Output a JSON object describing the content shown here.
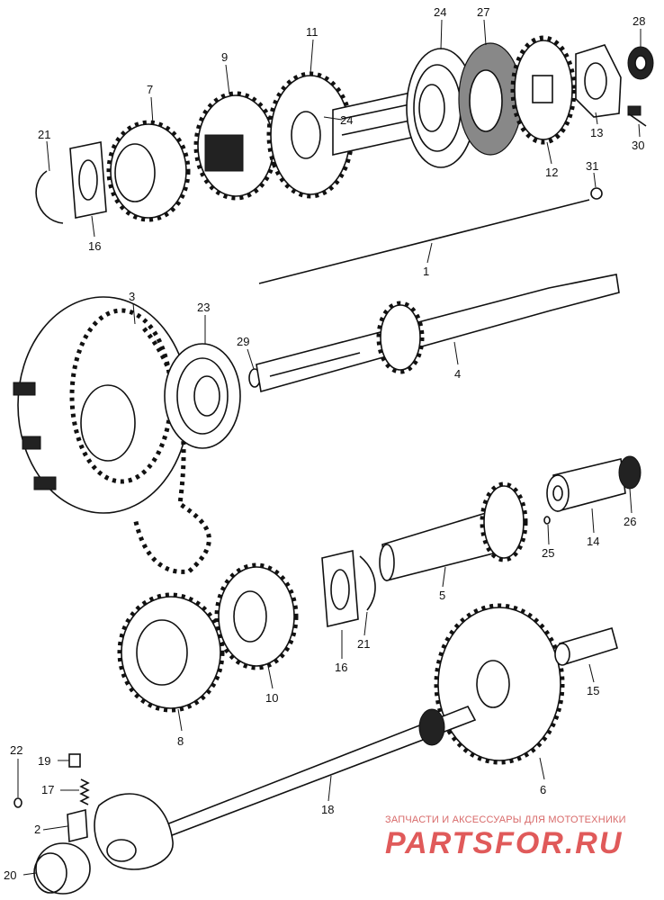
{
  "labels": {
    "p1": "1",
    "p2": "2",
    "p3": "3",
    "p4": "4",
    "p5": "5",
    "p6": "6",
    "p7": "7",
    "p8": "8",
    "p9": "9",
    "p10": "10",
    "p11": "11",
    "p12": "12",
    "p13": "13",
    "p14": "14",
    "p15": "15",
    "p16a": "16",
    "p16b": "16",
    "p17": "17",
    "p18": "18",
    "p19": "19",
    "p20": "20",
    "p21a": "21",
    "p21b": "21",
    "p22": "22",
    "p23": "23",
    "p24a": "24",
    "p24b": "24",
    "p25": "25",
    "p26": "26",
    "p27": "27",
    "p28": "28",
    "p29": "29",
    "p30": "30",
    "p31": "31"
  },
  "watermark": {
    "tagline": "ЗАПЧАСТИ И АКСЕССУАРЫ ДЛЯ МОТОТЕХНИКИ",
    "logo": "PARTSFOR.RU",
    "color": "#e05a5a"
  }
}
